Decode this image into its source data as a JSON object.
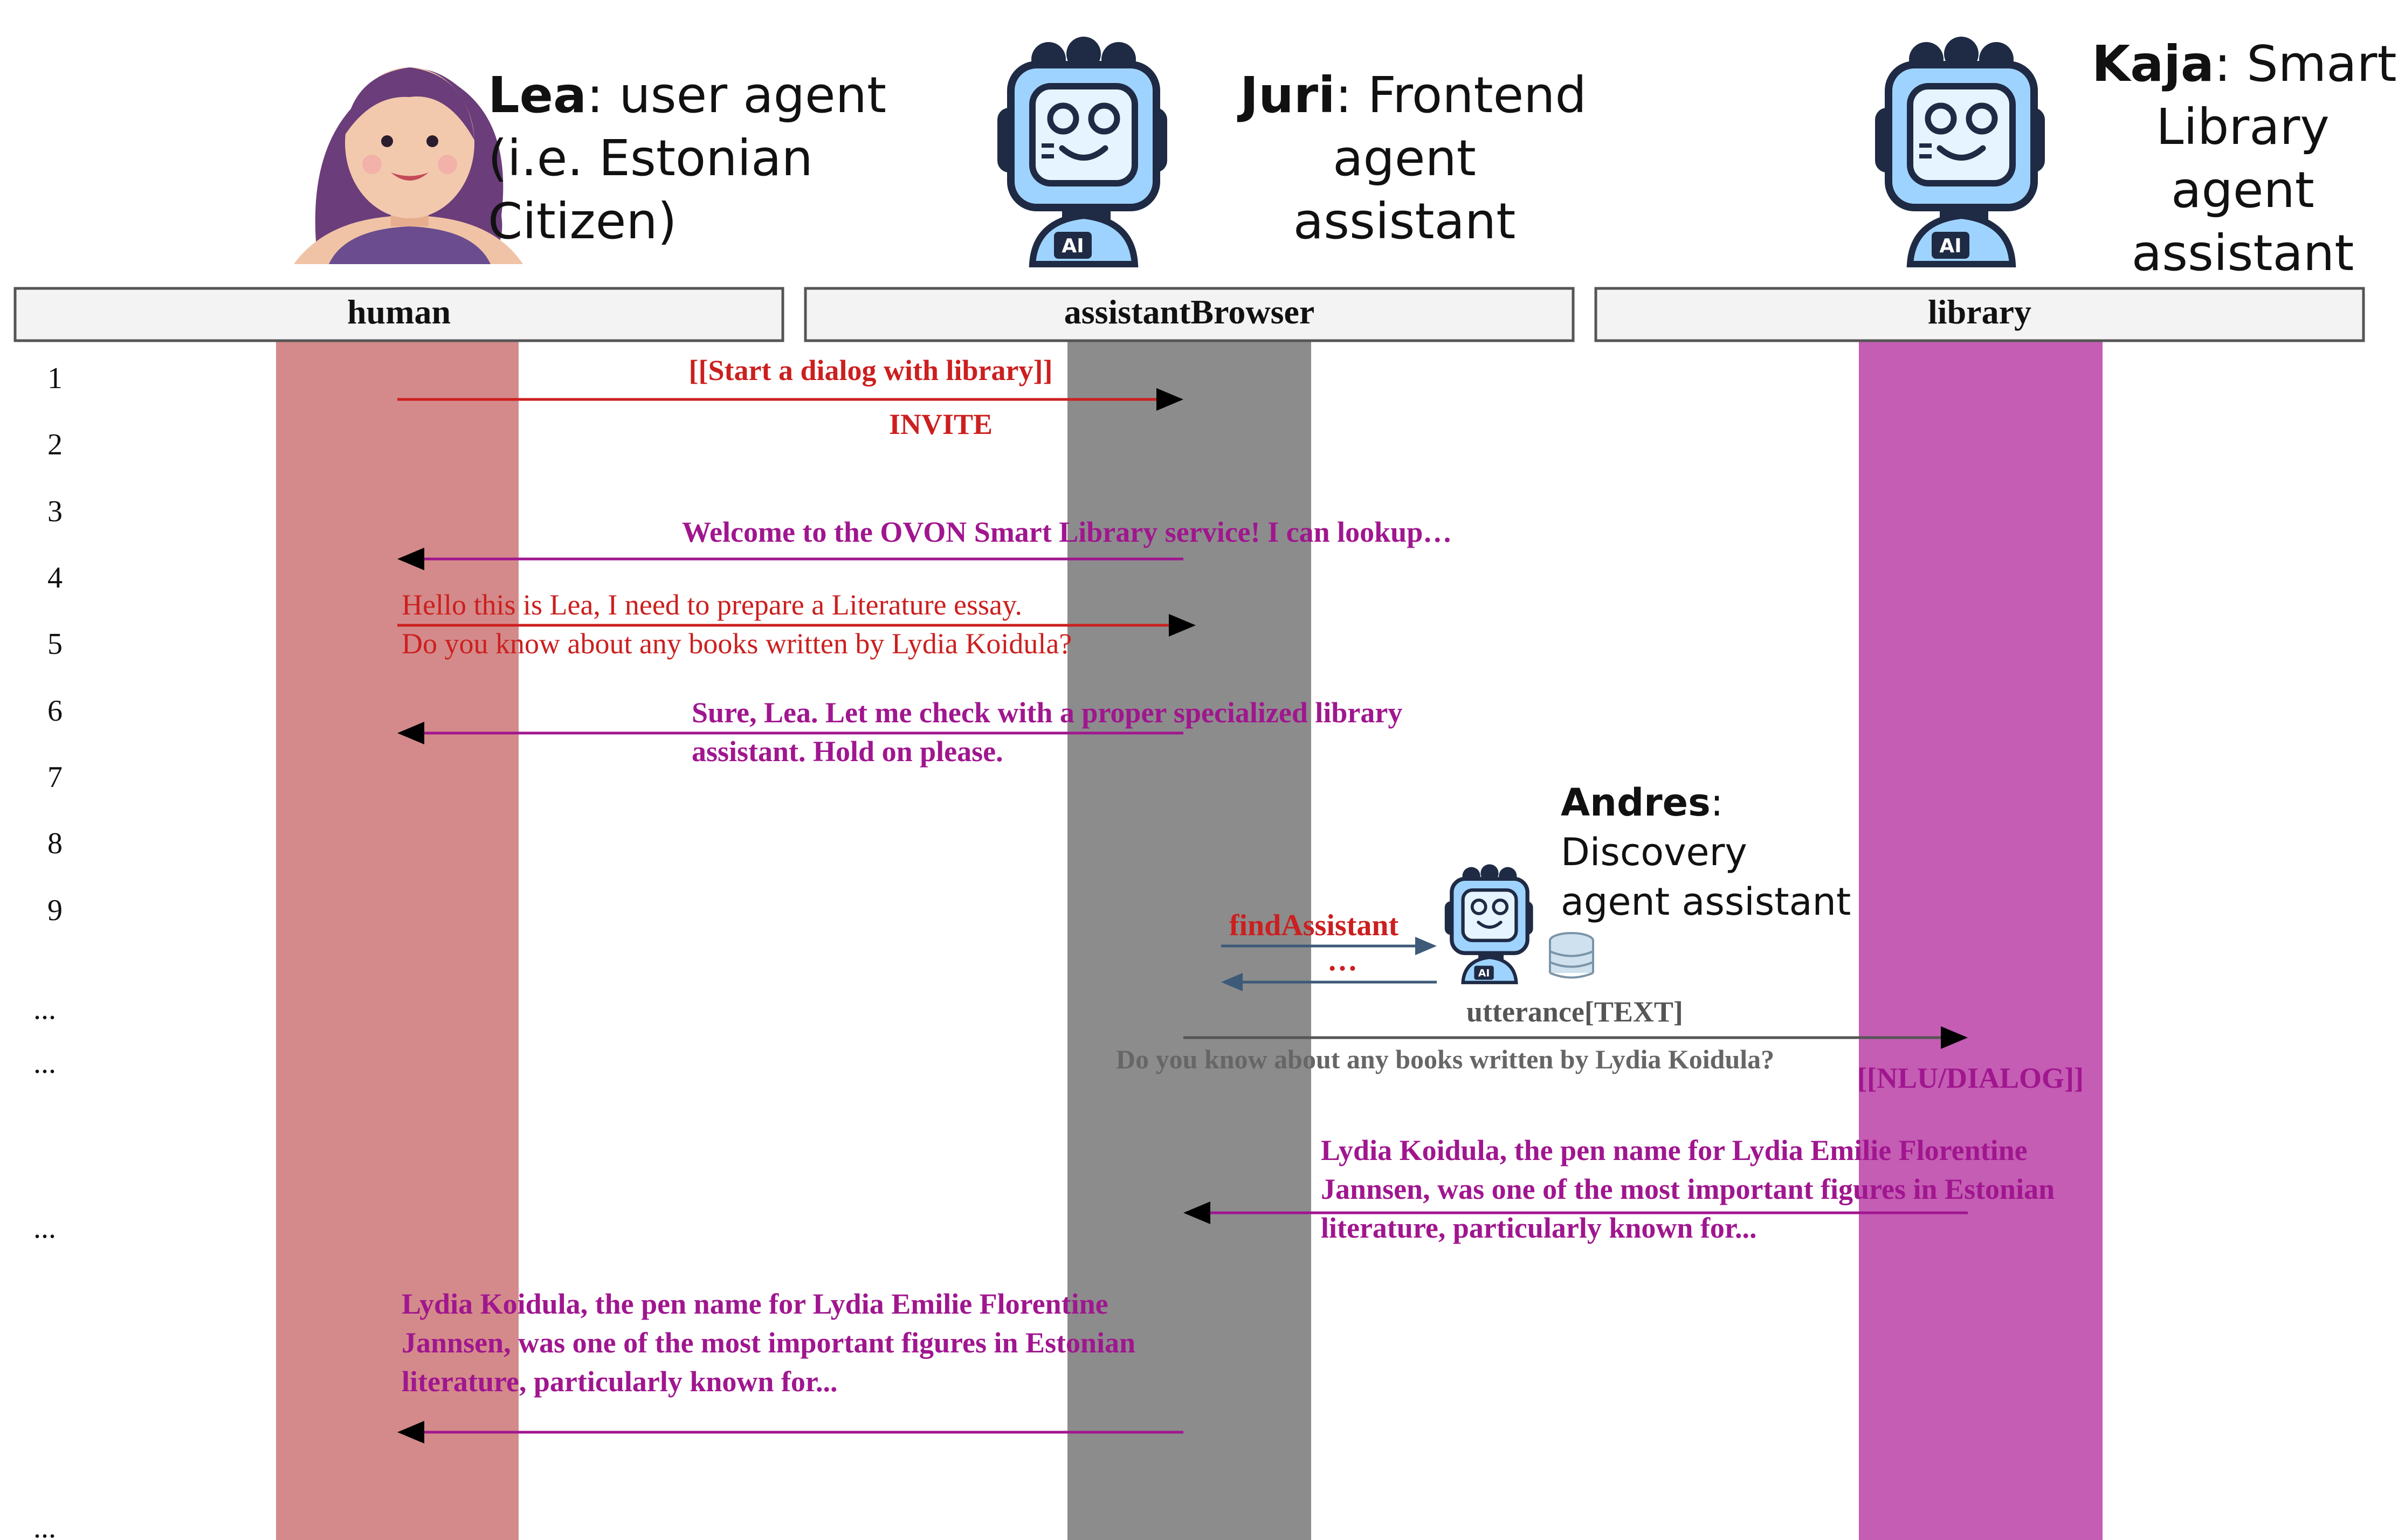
{
  "actors": {
    "lea": {
      "name": "Lea",
      "role_lines": [
        ": user agent",
        "(i.e. Estonian",
        "Citizen)"
      ]
    },
    "juri": {
      "name": "Juri",
      "role_lines": [
        ": Frontend",
        "agent",
        "assistant"
      ]
    },
    "kaja": {
      "name": "Kaja",
      "role_lines": [
        ": Smart",
        "Library",
        "agent",
        "assistant"
      ]
    },
    "andres": {
      "name": "Andres",
      "role_lines": [
        ":",
        "Discovery",
        "agent assistant"
      ]
    }
  },
  "robot_badge": "AI",
  "lanes": [
    {
      "id": "human",
      "label": "human",
      "color": "#d48a8a"
    },
    {
      "id": "assistantBrowser",
      "label": "assistantBrowser",
      "color": "#8c8c8c"
    },
    {
      "id": "library",
      "label": "library",
      "color": "#c45db3"
    }
  ],
  "row_numbers": [
    "1",
    "2",
    "3",
    "4",
    "5",
    "6",
    "7",
    "8",
    "9",
    "...",
    "...",
    "...",
    "..."
  ],
  "messages": {
    "m1": {
      "label": "[[Start a dialog with library]]",
      "sub": "INVITE"
    },
    "m2": {
      "label": "Welcome to the OVON Smart Library service! I can lookup…"
    },
    "m3": {
      "lines": [
        "Hello this is Lea, I need to prepare a Literature essay.",
        "Do you know about any books written by Lydia Koidula?"
      ]
    },
    "m4": {
      "lines": [
        "Sure, Lea. Let me check with a proper specialized library",
        "assistant. Hold on please."
      ]
    },
    "m5": {
      "label": "findAssistant",
      "reply": "…"
    },
    "m6": {
      "label": "utterance[TEXT]",
      "sub": "Do you know about any books written by Lydia Koidula?",
      "tag": "[[NLU/DIALOG]]"
    },
    "m7": {
      "lines": [
        "Lydia Koidula, the pen name for Lydia Emilie Florentine",
        "Jannsen, was one of the most important figures in Estonian",
        "literature, particularly known for..."
      ]
    },
    "m8": {
      "lines": [
        "Lydia Koidula, the pen name for Lydia Emilie Florentine",
        "Jannsen, was one of the most important figures in Estonian",
        "literature, particularly known for..."
      ]
    }
  },
  "colors": {
    "red": "#cc1f1f",
    "magenta": "#a0168f",
    "steel": "#4a6a8c",
    "gray_text": "#555555"
  }
}
